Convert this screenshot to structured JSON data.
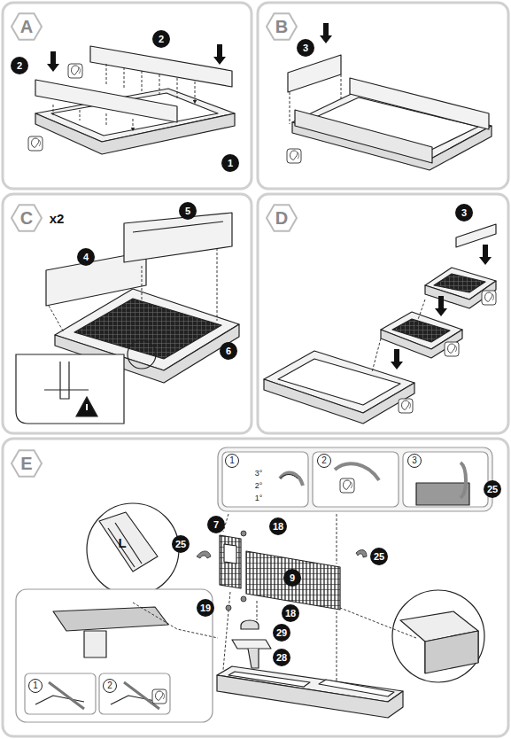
{
  "diagram": {
    "labels": [
      "A",
      "2",
      "2",
      "1",
      "B",
      "3",
      "C",
      "x2",
      "5",
      "4",
      "6",
      "D",
      "3",
      "E",
      "1",
      "3°",
      "2°",
      "1°",
      "2",
      "3",
      "25",
      "25",
      "7",
      "18",
      "25",
      "9",
      "L",
      "19",
      "18",
      "29",
      "28",
      "1",
      "2"
    ]
  }
}
